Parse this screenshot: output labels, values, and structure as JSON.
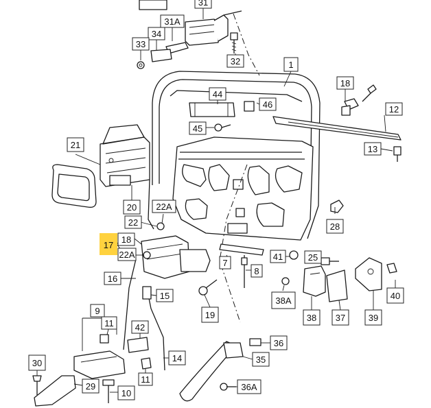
{
  "diagram": {
    "callouts": [
      {
        "id": "p31",
        "label": "31"
      },
      {
        "id": "p31a",
        "label": "31A"
      },
      {
        "id": "p34",
        "label": "34"
      },
      {
        "id": "p33",
        "label": "33"
      },
      {
        "id": "p32",
        "label": "32"
      },
      {
        "id": "p1",
        "label": "1"
      },
      {
        "id": "p18a",
        "label": "18"
      },
      {
        "id": "p44",
        "label": "44"
      },
      {
        "id": "p46",
        "label": "46"
      },
      {
        "id": "p12",
        "label": "12"
      },
      {
        "id": "p45",
        "label": "45"
      },
      {
        "id": "p13",
        "label": "13"
      },
      {
        "id": "p21",
        "label": "21"
      },
      {
        "id": "p20",
        "label": "20"
      },
      {
        "id": "p22a",
        "label": "22A"
      },
      {
        "id": "p22",
        "label": "22"
      },
      {
        "id": "p28",
        "label": "28"
      },
      {
        "id": "p17",
        "label": "17",
        "highlight": true
      },
      {
        "id": "p18b",
        "label": "18"
      },
      {
        "id": "p22a2",
        "label": "22A"
      },
      {
        "id": "p7",
        "label": "7"
      },
      {
        "id": "p8",
        "label": "8"
      },
      {
        "id": "p41",
        "label": "41"
      },
      {
        "id": "p25",
        "label": "25"
      },
      {
        "id": "p16",
        "label": "16"
      },
      {
        "id": "p15",
        "label": "15"
      },
      {
        "id": "p40",
        "label": "40"
      },
      {
        "id": "p38a",
        "label": "38A"
      },
      {
        "id": "p19",
        "label": "19"
      },
      {
        "id": "p38",
        "label": "38"
      },
      {
        "id": "p37",
        "label": "37"
      },
      {
        "id": "p39",
        "label": "39"
      },
      {
        "id": "p9",
        "label": "9"
      },
      {
        "id": "p11a",
        "label": "11"
      },
      {
        "id": "p42",
        "label": "42"
      },
      {
        "id": "p36",
        "label": "36"
      },
      {
        "id": "p14",
        "label": "14"
      },
      {
        "id": "p35",
        "label": "35"
      },
      {
        "id": "p30",
        "label": "30"
      },
      {
        "id": "p11b",
        "label": "11"
      },
      {
        "id": "p29",
        "label": "29"
      },
      {
        "id": "p10",
        "label": "10"
      },
      {
        "id": "p36a",
        "label": "36A"
      }
    ]
  }
}
